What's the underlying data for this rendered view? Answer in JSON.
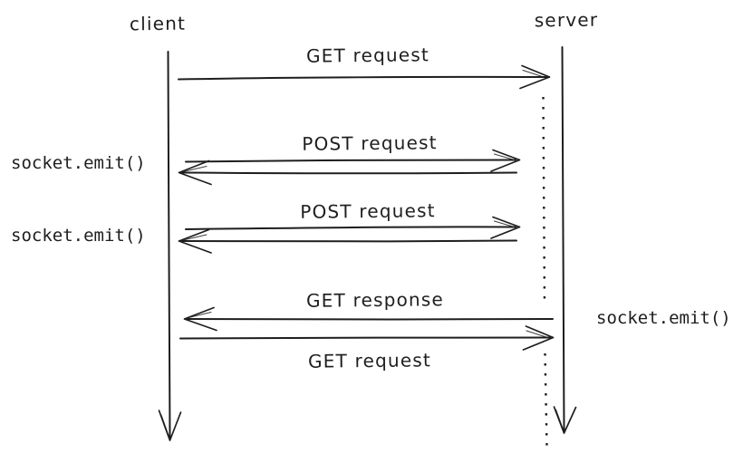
{
  "diagram": {
    "type": "sequence",
    "background_color": "#ffffff",
    "stroke_color": "#1e1e1e",
    "actors": [
      {
        "label": "client"
      },
      {
        "label": "server"
      }
    ],
    "messages": [
      {
        "label": "GET request",
        "direction": "client-to-server"
      },
      {
        "label": "POST request",
        "direction": "round-trip"
      },
      {
        "label": "POST request",
        "direction": "round-trip"
      },
      {
        "label": "GET response",
        "direction": "server-to-client"
      },
      {
        "label": "GET request",
        "direction": "client-to-server"
      }
    ],
    "annotations": [
      {
        "label": "socket.emit()",
        "side": "left"
      },
      {
        "label": "socket.emit()",
        "side": "left"
      },
      {
        "label": "socket.emit()",
        "side": "right"
      }
    ],
    "server_wait_line_style": "dotted"
  }
}
